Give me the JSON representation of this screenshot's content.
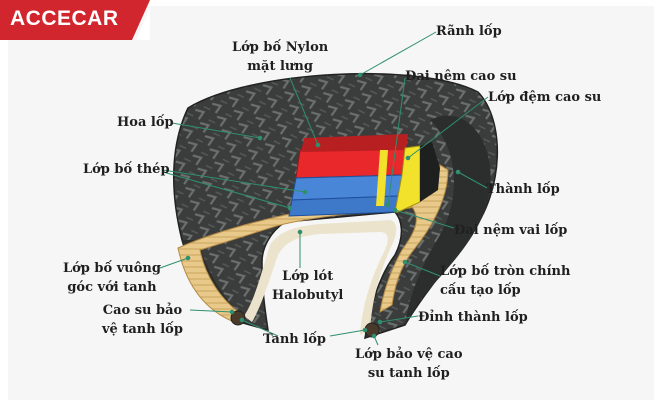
{
  "brand": {
    "name": "ACCECAR",
    "color": "#d2262e"
  },
  "labels": {
    "ranh_lop": "Rãnh lốp",
    "lop_bo_nylon": "Lớp bố Nylon\nmặt lưng",
    "dai_nem_cao_su": "Đai nệm cao su",
    "lop_dem_cao_su": "Lớp đệm cao su",
    "hoa_lop": "Hoa lốp",
    "lop_bo_thep": "Lớp bố thép",
    "thanh_lop": "Thành lốp",
    "dai_nem_vai_lop": "Đai nệm vai lốp",
    "lop_bo_vuong_goc": "Lớp bố vuông\ngóc với tanh",
    "lop_lot_halobutyl": "Lớp lót\nHalobutyl",
    "lop_bo_tron_chinh": "Lớp bố tròn chính\ncấu tạo lốp",
    "cao_su_bao_ve_tanh": "Cao su bảo\nvệ tanh lốp",
    "dinh_thanh_lop": "Đỉnh thành lốp",
    "tanh_lop": "Tanh lốp",
    "lop_bao_ve_cao_su_tanh": "Lớp bảo vệ cao\nsu tanh lốp"
  },
  "colors": {
    "tread": "#3a3d3c",
    "red_layer": "#e8282a",
    "blue_layer": "#4a86d8",
    "yellow_belt": "#f3e22c",
    "cord_tan": "#e8c98a",
    "leader_line": "#2f8f6e"
  }
}
